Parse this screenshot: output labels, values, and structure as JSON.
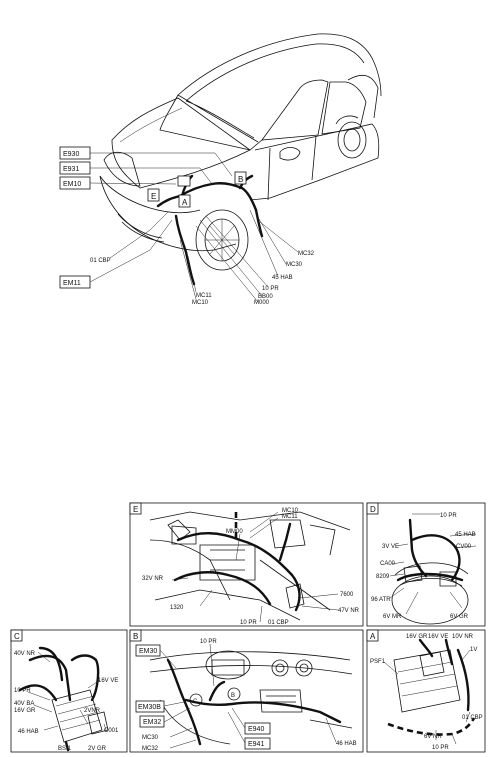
{
  "main_view": {
    "box_labels": [
      "E930",
      "E931",
      "EM10",
      "EM11"
    ],
    "zone_letters": [
      "A",
      "B",
      "E"
    ],
    "callouts": [
      "01 CBP",
      "MC11",
      "MC10",
      "BB00",
      "M000",
      "10 PR",
      "45 HAB",
      "MC30",
      "MC32"
    ]
  },
  "panel_E": {
    "letter": "E",
    "labels": [
      "MC10",
      "MC11",
      "MM00",
      "32V NR",
      "1320",
      "7600",
      "47V NR",
      "10 PR",
      "01 CBP"
    ]
  },
  "panel_D": {
    "letter": "D",
    "labels": [
      "10 PR",
      "3V VE",
      "45 HAB",
      "CV00",
      "CA00",
      "8209",
      "96 ATR",
      "6V MR",
      "6V GR"
    ]
  },
  "panel_C": {
    "letter": "C",
    "labels": [
      "40V NR",
      "16V VE",
      "10 PR",
      "40V BA",
      "16V GR",
      "2VNR",
      "C001",
      "46 HAB",
      "BSI1",
      "2V GR"
    ]
  },
  "panel_B": {
    "letter": "B",
    "box_labels": [
      "EM30",
      "EM30B",
      "EM32",
      "E940",
      "E941"
    ],
    "labels": [
      "10 PR",
      "MC30",
      "MC32",
      "46 HAB"
    ],
    "markers": [
      "C",
      "B"
    ]
  },
  "panel_A": {
    "letter": "A",
    "labels": [
      "16V GR",
      "16V VE",
      "10V NR",
      "1V",
      "PSF1",
      "01 CBP",
      "6V NR",
      "10 PR"
    ]
  }
}
